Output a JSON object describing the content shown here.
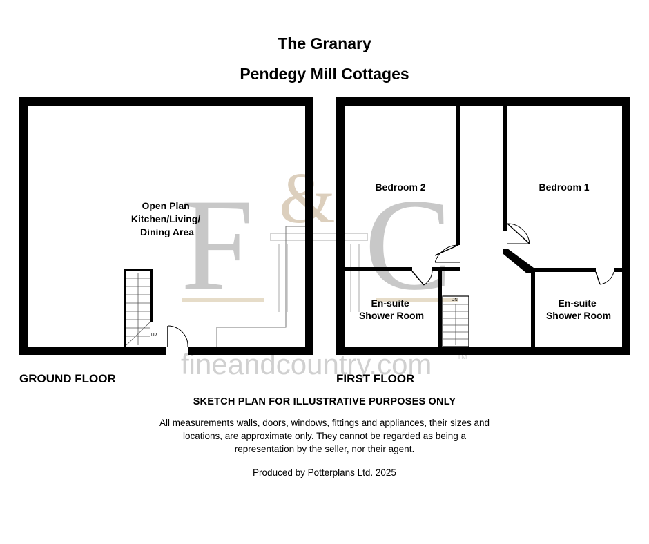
{
  "header": {
    "title": "The Granary",
    "subtitle": "Pendegy Mill Cottages"
  },
  "watermark": {
    "letter_left": "F",
    "ampersand": "&",
    "letter_right": "C",
    "site": "fineandcountry.com",
    "trademark": "TM"
  },
  "ground_floor": {
    "label": "GROUND FLOOR",
    "room_lines": [
      "Open Plan",
      "Kitchen/Living/",
      "Dining Area"
    ],
    "stair_label": "UP"
  },
  "first_floor": {
    "label": "FIRST FLOOR",
    "bedroom2": "Bedroom 2",
    "bedroom1": "Bedroom 1",
    "ensuite_left": [
      "En-suite",
      "Shower Room"
    ],
    "ensuite_right": [
      "En-suite",
      "Shower Room"
    ],
    "stair_label": "DN"
  },
  "disclaimer": {
    "heading": "SKETCH PLAN FOR ILLUSTRATIVE PURPOSES ONLY",
    "body": "All measurements walls, doors, windows, fittings and appliances, their sizes and locations, are approximate only. They cannot be regarded as being a representation by the seller, nor their agent.",
    "produced_by": "Produced by Potterplans Ltd. 2025"
  },
  "colors": {
    "wall": "#000000",
    "watermark_grey": "#c8c8c8",
    "watermark_beige": "#dccfbd"
  }
}
